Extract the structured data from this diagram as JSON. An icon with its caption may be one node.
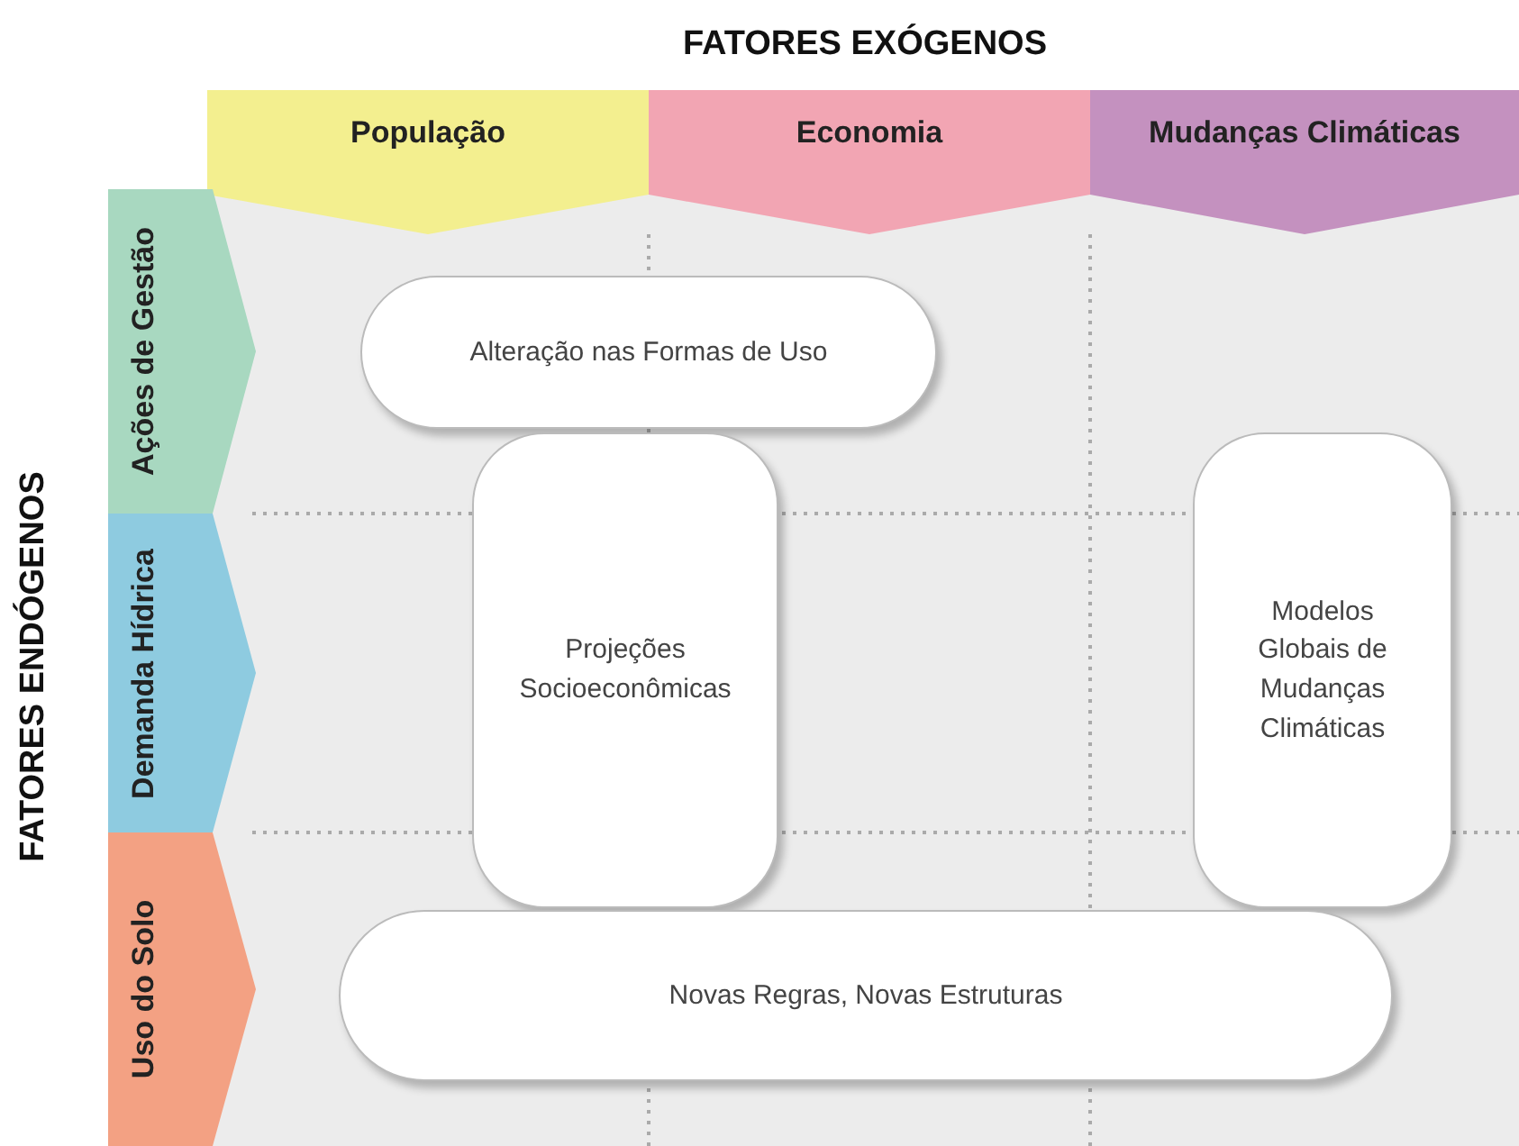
{
  "diagram": {
    "nodes": [
      {
        "text": [
          "População"
        ]
      },
      {
        "text": [
          "Economia"
        ]
      },
      {
        "text": [
          "Mudanças Climáticas"
        ]
      },
      {
        "text": [
          "Ações de Gestão"
        ]
      },
      {
        "text": [
          "Demanda Hídrica"
        ]
      },
      {
        "text": [
          "Uso do Solo"
        ]
      },
      {
        "text": [
          "Alteração nas Formas de Uso"
        ]
      },
      {
        "text": [
          "Projeções Socioeconômicas"
        ]
      },
      {
        "text": [
          "Modelos Globais de Mudanças Climáticas"
        ]
      },
      {
        "text": [
          "Novas Regras, Novas Estruturas"
        ]
      }
    ],
    "edges": [],
    "labels": [
      "FATORES EXÓGENOS",
      "FATORES ENDÓGENOS"
    ]
  }
}
